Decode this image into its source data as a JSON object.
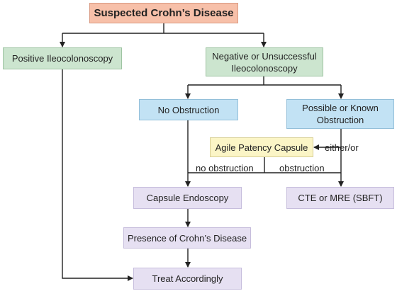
{
  "nodes": {
    "root": "Suspected Crohn’s Disease",
    "positive": "Positive Ileocolonoscopy",
    "negative": "Negative or Unsuccessful Ileocolonoscopy",
    "no_obstruction": "No Obstruction",
    "possible_obstruction": "Possible or Known Obstruction",
    "agile": "Agile Patency Capsule",
    "capsule": "Capsule Endoscopy",
    "cte": "CTE or MRE (SBFT)",
    "presence": "Presence of Crohn’s Disease",
    "treat": "Treat Accordingly"
  },
  "edge_labels": {
    "either_or": "either/or",
    "no_obstruction": "no obstruction",
    "obstruction": "obstruction"
  },
  "colors": {
    "root": "#f7c0a9",
    "green": "#cce5cf",
    "blue": "#c2e2f4",
    "yellow": "#fbf5c6",
    "lavender": "#e6e0f2",
    "line": "#222222"
  }
}
